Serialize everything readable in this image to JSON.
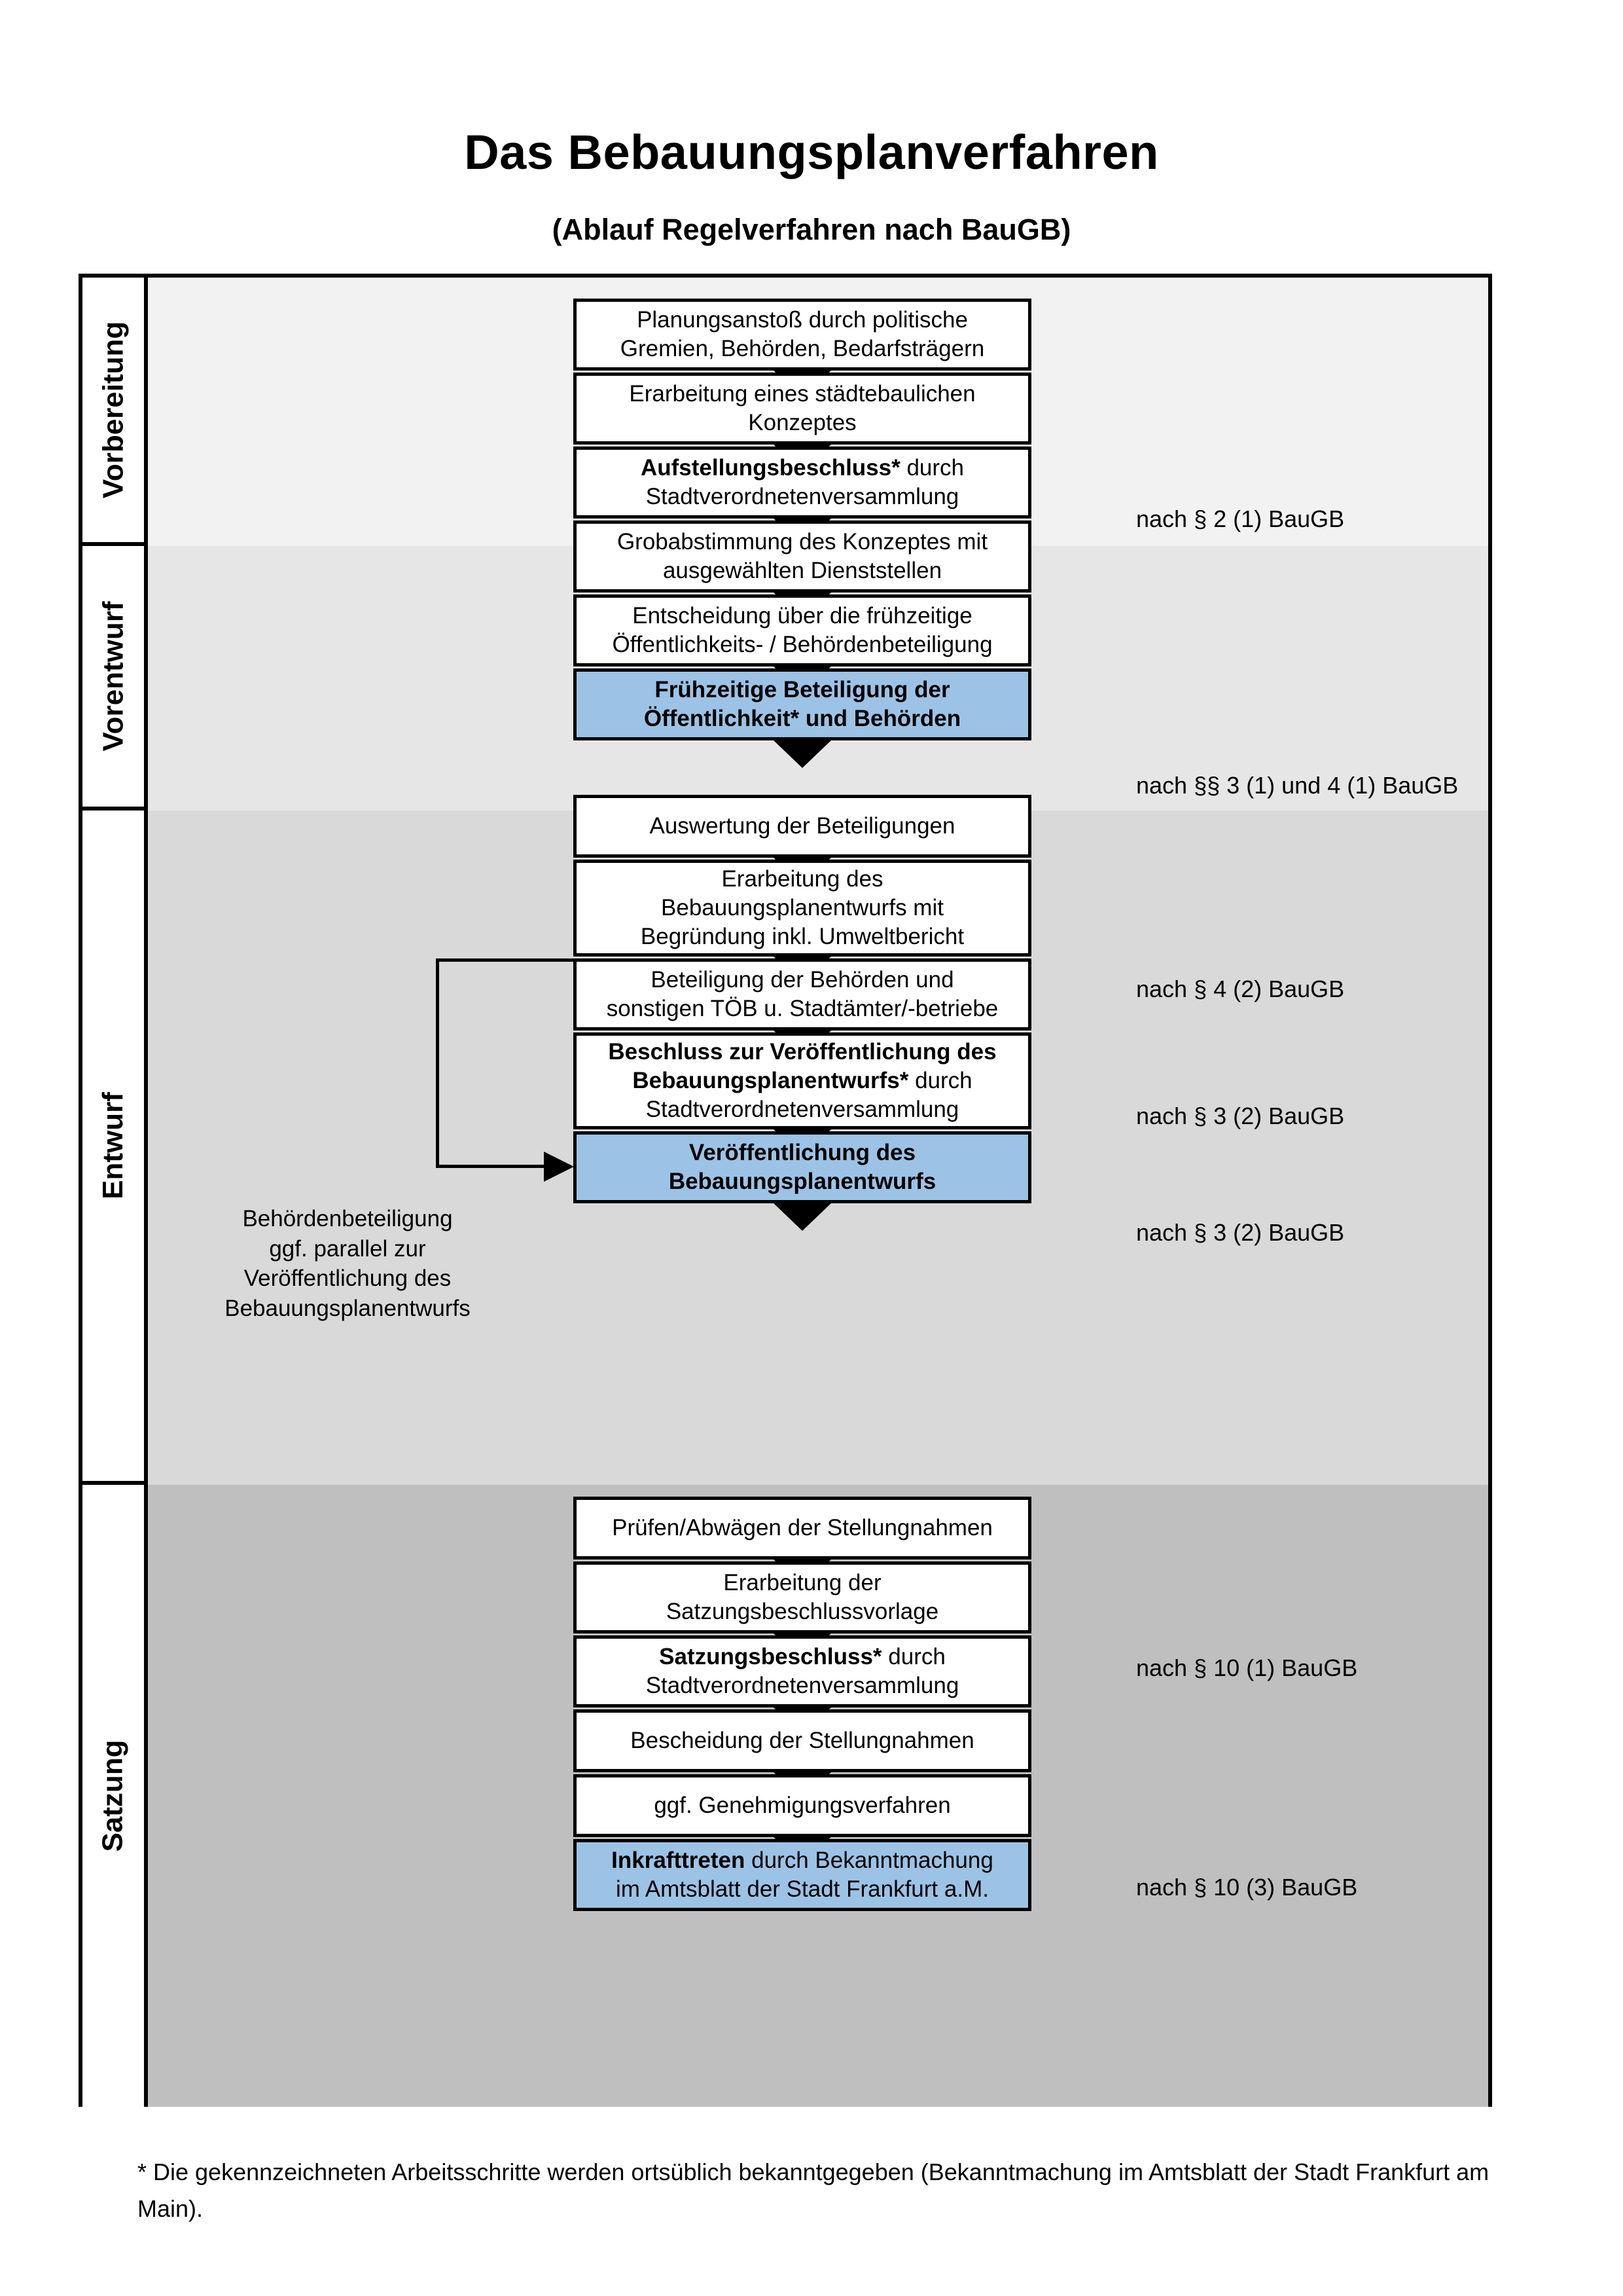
{
  "title": "Das Bebauungsplanverfahren",
  "subtitle": "(Ablauf Regelverfahren nach BauGB)",
  "colors": {
    "highlight": "#9CC3E5",
    "band_vorbereitung": "#F2F2F2",
    "band_vorentwurf": "#E6E6E6",
    "band_entwurf": "#D9D9D9",
    "band_satzung": "#BFBFBF",
    "border": "#000000"
  },
  "phases": [
    {
      "label": "Vorbereitung"
    },
    {
      "label": "Vorentwurf"
    },
    {
      "label": "Entwurf"
    },
    {
      "label": "Satzung"
    }
  ],
  "steps": [
    {
      "id": "planungsanstoss",
      "line1": "Planungsanstoß durch politische",
      "line2": "Gremien, Behörden, Bedarfsträgern",
      "highlight": false
    },
    {
      "id": "staedtebauliches-konzept",
      "line1": "Erarbeitung eines städtebaulichen",
      "line2": "Konzeptes",
      "highlight": false
    },
    {
      "id": "aufstellungsbeschluss",
      "bold1": "Aufstellungsbeschluss*",
      "rest1": " durch",
      "line2": "Stadtverordnetenversammlung",
      "highlight": false
    },
    {
      "id": "grobabstimmung",
      "line1": "Grobabstimmung des Konzeptes mit",
      "line2": "ausgewählten Dienststellen",
      "highlight": false
    },
    {
      "id": "entscheidung-fruehzeitige",
      "line1": "Entscheidung über die frühzeitige",
      "line2": "Öffentlichkeits- / Behördenbeteiligung",
      "highlight": false
    },
    {
      "id": "fruehzeitige-beteiligung",
      "bold1": "Frühzeitige Beteiligung der",
      "bold2": "Öffentlichkeit* und Behörden",
      "highlight": true
    },
    {
      "id": "auswertung-beteiligungen",
      "line1": "Auswertung der Beteiligungen",
      "highlight": false
    },
    {
      "id": "erarbeitung-bplan-entwurf",
      "line1": "Erarbeitung des",
      "line2": "Bebauungsplanentwurfs mit",
      "line3": "Begründung inkl. Umweltbericht",
      "highlight": false
    },
    {
      "id": "beteiligung-behoerden-toeb",
      "line1": "Beteiligung der Behörden und",
      "line2": "sonstigen TÖB u. Stadtämter/-betriebe",
      "highlight": false
    },
    {
      "id": "beschluss-veroeffentlichung",
      "bold1": "Beschluss zur Veröffentlichung des",
      "bold2": "Bebauungsplanentwurfs*",
      "rest2": " durch",
      "line3": "Stadtverordnetenversammlung",
      "highlight": false
    },
    {
      "id": "veroeffentlichung-bplan",
      "bold1": "Veröffentlichung des",
      "bold2": "Bebauungsplanentwurfs",
      "highlight": true
    },
    {
      "id": "pruefen-abwaegen",
      "line1": "Prüfen/Abwägen der Stellungnahmen",
      "highlight": false
    },
    {
      "id": "erarbeitung-satzungsvorlage",
      "line1": "Erarbeitung der",
      "line2": "Satzungsbeschlussvorlage",
      "highlight": false
    },
    {
      "id": "satzungsbeschluss",
      "bold1": "Satzungsbeschluss*",
      "rest1": " durch",
      "line2": "Stadtverordnetenversammlung",
      "highlight": false
    },
    {
      "id": "bescheidung-stellungnahmen",
      "line1": "Bescheidung der Stellungnahmen",
      "highlight": false
    },
    {
      "id": "genehmigungsverfahren",
      "line1": "ggf. Genehmigungsverfahren",
      "highlight": false
    },
    {
      "id": "inkrafttreten",
      "bold1": "Inkrafttreten",
      "rest1": " durch Bekanntmachung",
      "line2": "im Amtsblatt der Stadt Frankfurt a.M.",
      "highlight": true
    }
  ],
  "notes": [
    {
      "id": "note-par2",
      "text": "nach § 2 (1) BauGB"
    },
    {
      "id": "note-par3-4",
      "text": "nach §§ 3 (1) und 4 (1) BauGB"
    },
    {
      "id": "note-par4-2",
      "text": "nach § 4 (2) BauGB"
    },
    {
      "id": "note-par3-2-a",
      "text": "nach § 3 (2) BauGB"
    },
    {
      "id": "note-par3-2-b",
      "text": "nach § 3 (2) BauGB"
    },
    {
      "id": "note-par10-1",
      "text": "nach § 10 (1) BauGB"
    },
    {
      "id": "note-par10-3",
      "text": "nach § 10 (3) BauGB"
    }
  ],
  "side_note": {
    "l1": "Behördenbeteiligung",
    "l2": "ggf. parallel zur",
    "l3": "Veröffentlichung des",
    "l4": "Bebauungsplanentwurfs"
  },
  "footnote": "* Die gekennzeichneten Arbeitsschritte werden ortsüblich bekanntgegeben (Bekanntmachung im Amtsblatt  der Stadt Frankfurt am Main)."
}
